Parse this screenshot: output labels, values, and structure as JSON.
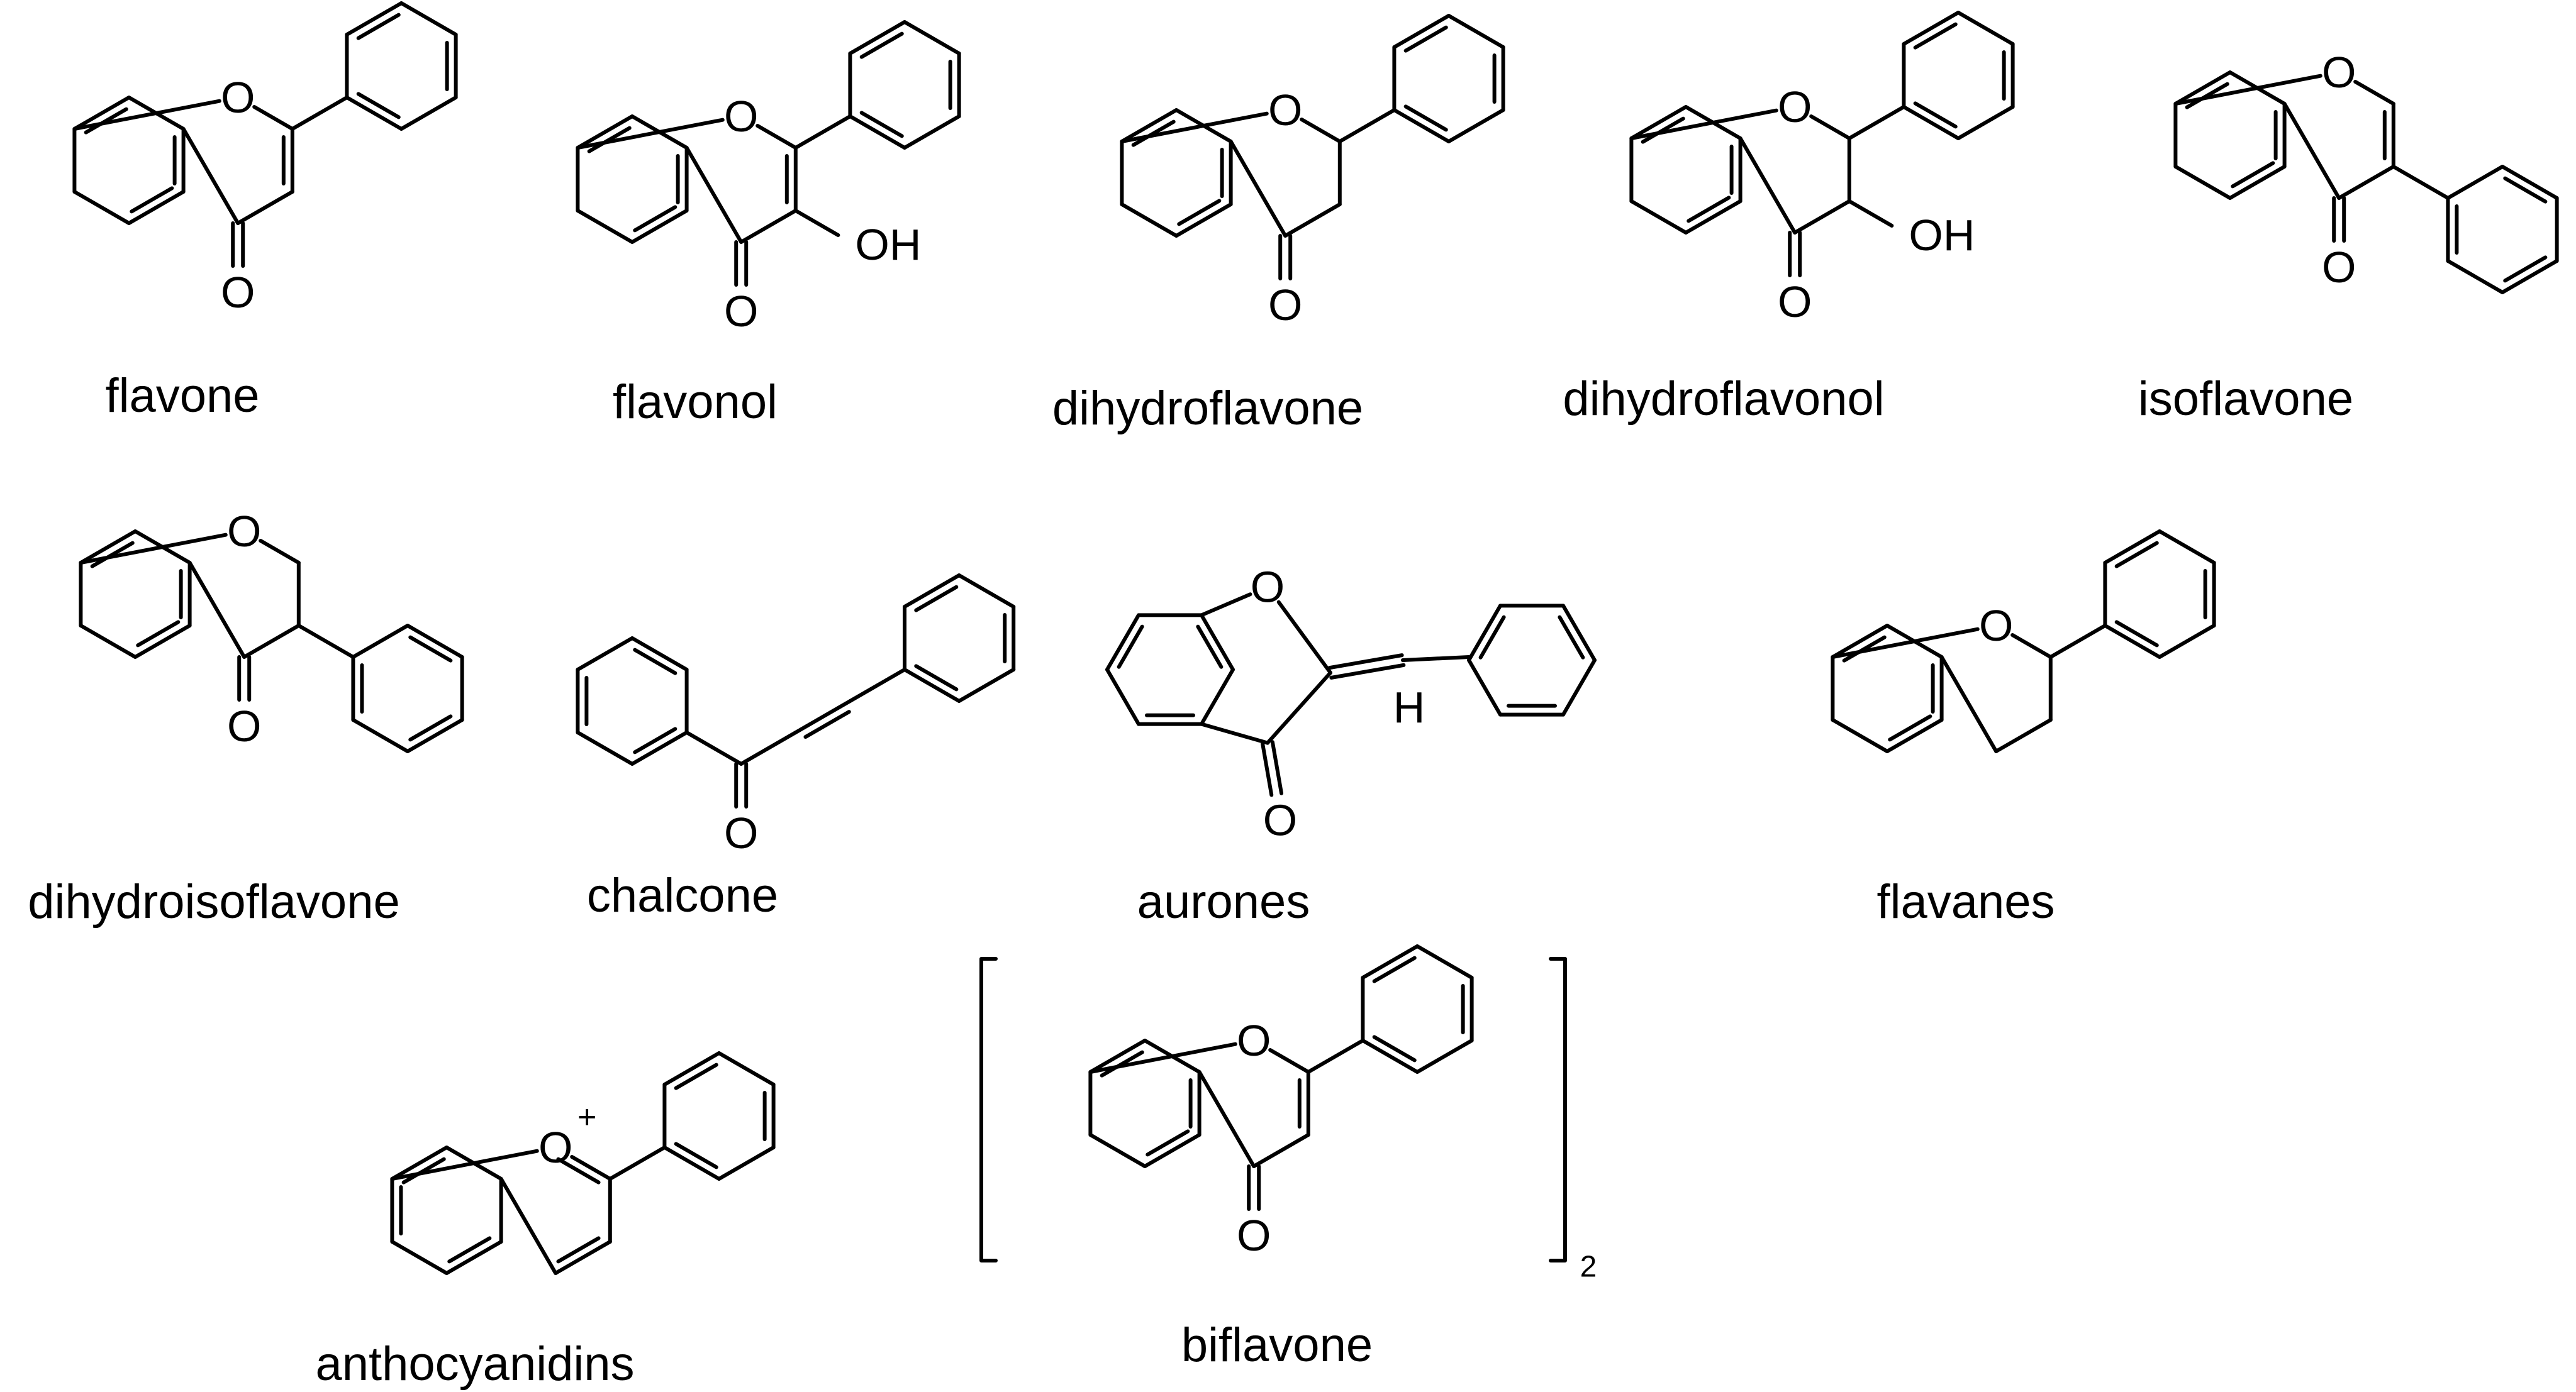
{
  "compounds": [
    {
      "name": "flavone"
    },
    {
      "name": "flavonol"
    },
    {
      "name": "dihydroflavone"
    },
    {
      "name": "dihydroflavonol"
    },
    {
      "name": "isoflavone"
    },
    {
      "name": "dihydroisoflavone"
    },
    {
      "name": "chalcone"
    },
    {
      "name": "aurones"
    },
    {
      "name": "flavanes"
    },
    {
      "name": "anthocyanidins"
    },
    {
      "name": "biflavone"
    }
  ],
  "atoms": {
    "O": "O",
    "OH": "OH",
    "H": "H",
    "plus": "+"
  },
  "dimer_subscript": "2",
  "colors": {
    "line": "#000000",
    "background": "#ffffff"
  }
}
